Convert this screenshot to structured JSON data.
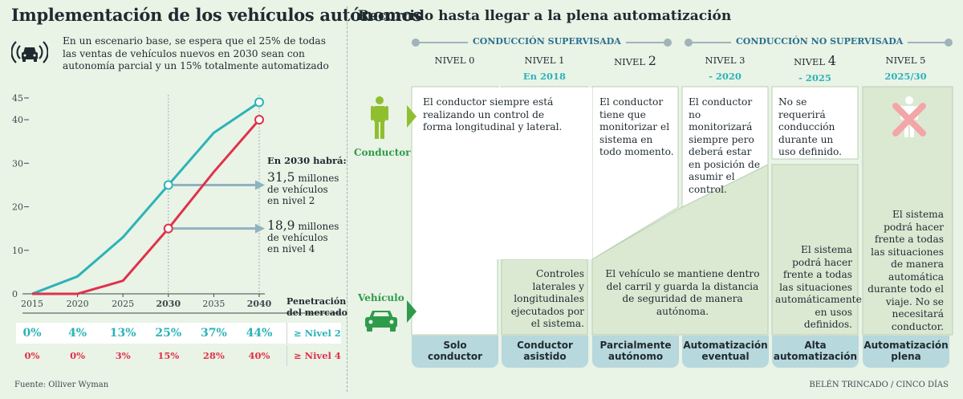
{
  "header": {
    "title_left": "Implementación de los vehículos autónomos",
    "title_right": "Recorrido hasta llegar a la plena automatización",
    "intro": "En un escenario base, se espera que el 25% de todas las ventas de vehículos nuevos en 2030 sean con autonomía parcial y un 15% totalmente automatizado"
  },
  "colors": {
    "nivel2": "#2bb3b8",
    "nivel4": "#e0324a",
    "green": "#2e9b4a",
    "panel": "#dbe9d3",
    "tab": "#b7d8dc"
  },
  "chart_data": {
    "type": "line",
    "x": [
      2015,
      2020,
      2025,
      2030,
      2035,
      2040
    ],
    "series": [
      {
        "name": "≥ Nivel 2",
        "values": [
          0,
          4,
          13,
          25,
          37,
          44
        ]
      },
      {
        "name": "≥ Nivel 4",
        "values": [
          0,
          0,
          3,
          15,
          28,
          40
        ]
      }
    ],
    "xlabel": "",
    "ylabel": "",
    "ylim": [
      0,
      45
    ],
    "yticks": [
      0,
      10,
      20,
      30,
      40,
      45
    ],
    "xticks": [
      "2015",
      "2020",
      "2025",
      "2030",
      "2035",
      "2040"
    ],
    "highlight_x": [
      2030,
      2040
    ],
    "grid": false,
    "legend": "table-below"
  },
  "callout": {
    "heading": "En 2030 habrá:",
    "l2_value": "31,5",
    "l2_unit": "millones",
    "l2_text1": "de vehículos",
    "l2_text2": "en nivel 2",
    "l4_value": "18,9",
    "l4_unit": "millones",
    "l4_text1": "de vehículos",
    "l4_text2": "en nivel 4"
  },
  "table": {
    "label_line1": "Penetración",
    "label_line2": "del mercado",
    "nivel2_row": [
      "0%",
      "4%",
      "13%",
      "25%",
      "37%",
      "44%"
    ],
    "nivel4_row": [
      "0%",
      "0%",
      "3%",
      "15%",
      "28%",
      "40%"
    ],
    "nivel2_label": "≥ Nivel 2",
    "nivel4_label": "≥ Nivel 4"
  },
  "footer": {
    "source": "Fuente: Olliver Wyman",
    "credit": "BELÉN TRINCADO / CINCO DÍAS"
  },
  "phases": {
    "supervisada": "CONDUCCIÓN SUPERVISADA",
    "no_supervisada": "CONDUCCIÓN NO SUPERVISADA"
  },
  "levels": [
    {
      "label": "NIVEL",
      "num": "0",
      "year": ""
    },
    {
      "label": "NIVEL",
      "num": "1",
      "year": "En 2018"
    },
    {
      "label": "NIVEL",
      "num": "2",
      "year": ""
    },
    {
      "label": "NIVEL",
      "num": "3",
      "year": "- 2020"
    },
    {
      "label": "NIVEL",
      "num": "4",
      "year": "- 2025"
    },
    {
      "label": "NIVEL",
      "num": "5",
      "year": "2025/30"
    }
  ],
  "sides": {
    "conductor": "Conductor",
    "vehiculo": "Vehículo"
  },
  "driver_text": [
    "El conductor siempre está realizando un control de forma longitudinal y lateral.",
    "",
    "El conductor tiene que monitorizar el sistema en todo momento.",
    "El conductor no monitorizará siempre pero deberá estar en posición de asumir el control.",
    "No se requerirá conducción durante un uso definido.",
    ""
  ],
  "vehicle_text": [
    "",
    "Controles laterales y longitudinales ejecutados por el sistema.",
    "El vehículo se mantiene dentro del carril y guarda la distancia de seguridad de manera autónoma.",
    "",
    "El sistema podrá hacer frente a todas las situaciones automáticamente en usos definidos.",
    "El sistema podrá hacer frente a todas las situaciones de manera automática durante todo el viaje. No se necesitará conductor."
  ],
  "tabs": [
    {
      "l1": "Solo",
      "l2": "conductor"
    },
    {
      "l1": "Conductor",
      "l2": "asistido"
    },
    {
      "l1": "Parcialmente",
      "l2": "autónomo"
    },
    {
      "l1": "Automatización",
      "l2": "eventual"
    },
    {
      "l1": "Alta",
      "l2": "automatización"
    },
    {
      "l1": "Automatización",
      "l2": "plena"
    }
  ]
}
